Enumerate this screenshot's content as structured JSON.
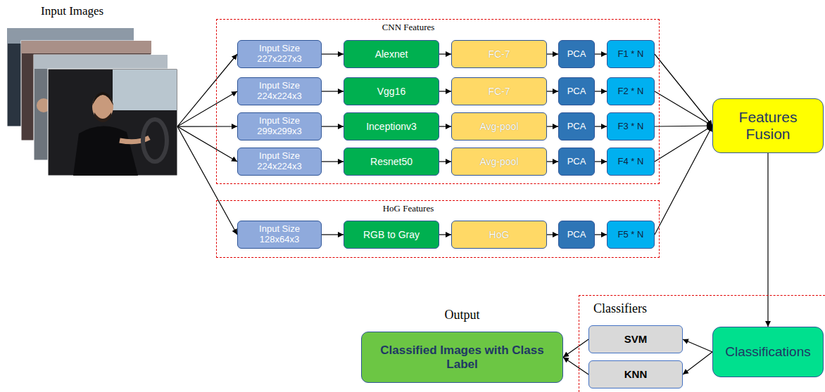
{
  "diagram": {
    "nodes": [
      {
        "text": [
          "Input Images"
        ]
      },
      {
        "text": [
          "CNN Features"
        ]
      },
      {
        "text": [
          "Input Size 227x227x3"
        ],
        "in": 1
      },
      {
        "text": [
          "Alexnet"
        ],
        "in": 1
      },
      {
        "text": [
          "FC-7"
        ],
        "in": 1
      },
      {
        "text": [
          "PCA"
        ],
        "in": 1
      },
      {
        "text": [
          "F1 * N"
        ],
        "in": 1
      },
      {
        "text": [
          "Input Size 224x224x3"
        ],
        "in": 1
      },
      {
        "text": [
          "Vgg16"
        ],
        "in": 1
      },
      {
        "text": [
          "FC-7"
        ],
        "in": 1
      },
      {
        "text": [
          "PCA"
        ],
        "in": 1
      },
      {
        "text": [
          "F2 * N"
        ],
        "in": 1
      },
      {
        "text": [
          "Input Size 299x299x3"
        ],
        "in": 1
      },
      {
        "text": [
          "Inceptionv3"
        ],
        "in": 1
      },
      {
        "text": [
          "Avg-pool"
        ],
        "in": 1
      },
      {
        "text": [
          "PCA"
        ],
        "in": 1
      },
      {
        "text": [
          "F3 * N"
        ],
        "in": 1
      },
      {
        "text": [
          "Input Size 224x224x3"
        ],
        "in": 1
      },
      {
        "text": [
          "Resnet50"
        ],
        "in": 1
      },
      {
        "text": [
          "Avg-pool"
        ],
        "in": 1
      },
      {
        "text": [
          "PCA"
        ],
        "in": 1
      },
      {
        "text": [
          "F4 * N"
        ],
        "in": 1
      },
      {
        "text": [
          "HoG Features"
        ]
      },
      {
        "text": [
          "Input Size 128x64x3"
        ],
        "in": 22
      },
      {
        "text": [
          "RGB to Gray"
        ],
        "in": 22
      },
      {
        "text": [
          "HoG"
        ],
        "in": 22
      },
      {
        "text": [
          "PCA"
        ],
        "in": 22
      },
      {
        "text": [
          "F5 * N"
        ],
        "in": 22
      },
      {
        "text": [
          "Features Fusion"
        ]
      },
      {
        "text": [
          "Classifiers"
        ]
      },
      {
        "text": [
          "SVM"
        ],
        "in": 29
      },
      {
        "text": [
          "KNN"
        ],
        "in": 29
      },
      {
        "text": [
          "Classifications"
        ],
        "in": 29
      },
      {
        "text": [
          "Output",
          "Classified Images with Class Label"
        ]
      }
    ],
    "edges": [
      {
        "from": 0,
        "to": 2,
        "arrow": "to"
      },
      {
        "from": 0,
        "to": 7,
        "arrow": "to"
      },
      {
        "from": 0,
        "to": 12,
        "arrow": "to"
      },
      {
        "from": 0,
        "to": 17,
        "arrow": "to"
      },
      {
        "from": 0,
        "to": 23,
        "arrow": "to"
      },
      {
        "from": 2,
        "to": 3,
        "arrow": "to"
      },
      {
        "from": 3,
        "to": 4,
        "arrow": "to"
      },
      {
        "from": 4,
        "to": 5,
        "arrow": "to"
      },
      {
        "from": 5,
        "to": 6,
        "arrow": "to"
      },
      {
        "from": 7,
        "to": 8,
        "arrow": "to"
      },
      {
        "from": 8,
        "to": 9,
        "arrow": "to"
      },
      {
        "from": 9,
        "to": 10,
        "arrow": "to"
      },
      {
        "from": 10,
        "to": 11,
        "arrow": "to"
      },
      {
        "from": 12,
        "to": 13,
        "arrow": "to"
      },
      {
        "from": 13,
        "to": 14,
        "arrow": "to"
      },
      {
        "from": 14,
        "to": 15,
        "arrow": "to"
      },
      {
        "from": 15,
        "to": 16,
        "arrow": "to"
      },
      {
        "from": 17,
        "to": 18,
        "arrow": "to"
      },
      {
        "from": 18,
        "to": 19,
        "arrow": "to"
      },
      {
        "from": 19,
        "to": 20,
        "arrow": "to"
      },
      {
        "from": 20,
        "to": 21,
        "arrow": "to"
      },
      {
        "from": 23,
        "to": 24,
        "arrow": "to"
      },
      {
        "from": 24,
        "to": 25,
        "arrow": "to"
      },
      {
        "from": 25,
        "to": 26,
        "arrow": "to"
      },
      {
        "from": 26,
        "to": 27,
        "arrow": "to"
      },
      {
        "from": 6,
        "to": 28,
        "arrow": "to"
      },
      {
        "from": 11,
        "to": 28,
        "arrow": "to"
      },
      {
        "from": 16,
        "to": 28,
        "arrow": "to"
      },
      {
        "from": 21,
        "to": 28,
        "arrow": "to"
      },
      {
        "from": 27,
        "to": 28,
        "arrow": "to"
      },
      {
        "from": 28,
        "to": 32,
        "arrow": "to"
      },
      {
        "from": 32,
        "to": 30,
        "arrow": "to"
      },
      {
        "from": 32,
        "to": 31,
        "arrow": "to"
      },
      {
        "from": 30,
        "to": 33,
        "arrow": "to"
      },
      {
        "from": 31,
        "to": 33,
        "arrow": "to"
      }
    ]
  }
}
